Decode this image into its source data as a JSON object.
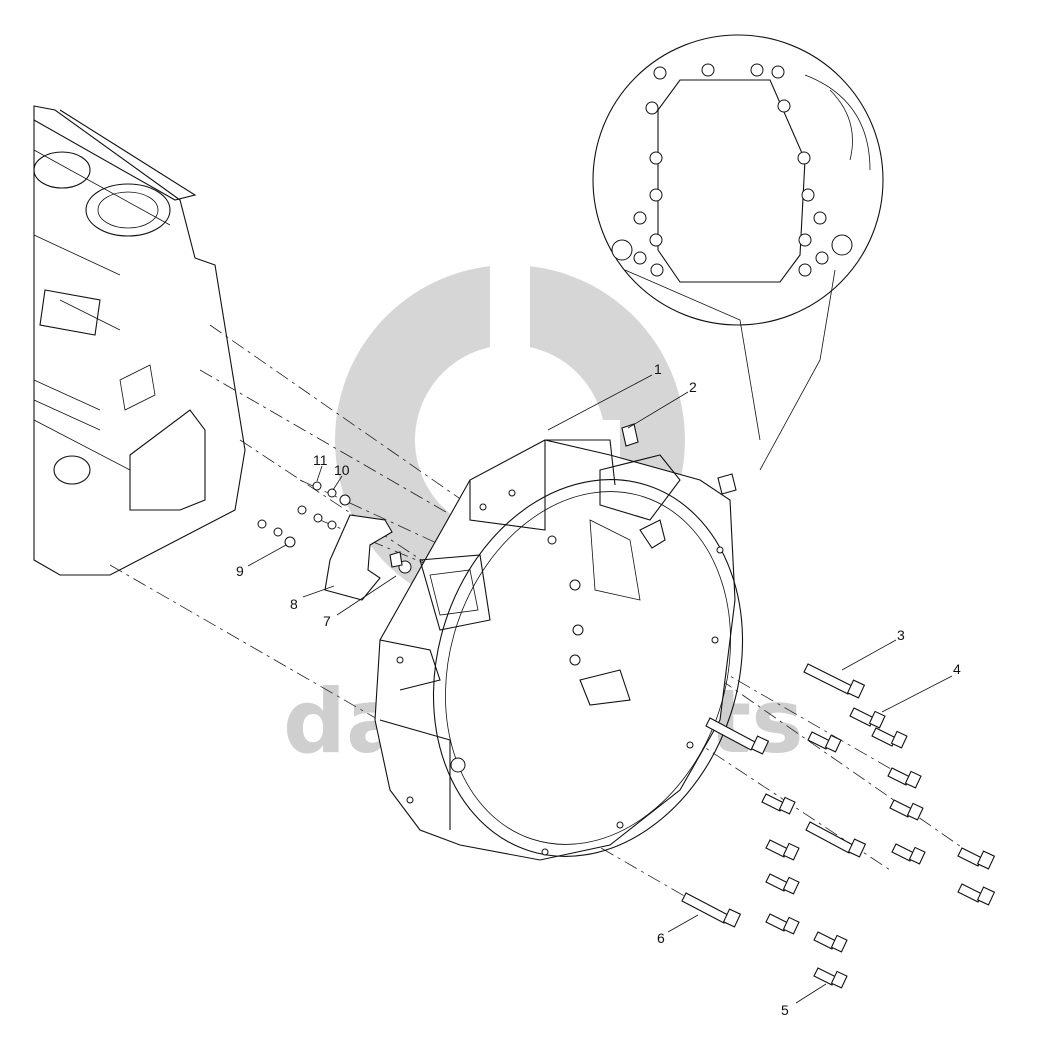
{
  "watermark": {
    "text": "data-parts",
    "color": "#cfcfcf"
  },
  "callouts": [
    {
      "id": "1",
      "label": "1"
    },
    {
      "id": "2",
      "label": "2"
    },
    {
      "id": "3",
      "label": "3"
    },
    {
      "id": "4",
      "label": "4"
    },
    {
      "id": "5",
      "label": "5"
    },
    {
      "id": "6",
      "label": "6"
    },
    {
      "id": "7",
      "label": "7"
    },
    {
      "id": "8",
      "label": "8"
    },
    {
      "id": "9",
      "label": "9"
    },
    {
      "id": "10",
      "label": "10"
    },
    {
      "id": "11",
      "label": "11"
    }
  ],
  "colors": {
    "line": "#111111",
    "background": "#ffffff"
  }
}
